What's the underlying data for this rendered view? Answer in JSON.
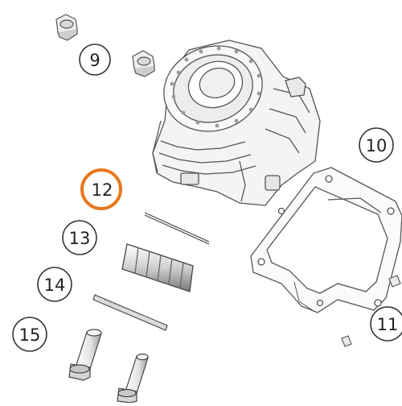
{
  "diagram": {
    "callouts": [
      {
        "id": "callout-9",
        "label": "9",
        "highlighted": false
      },
      {
        "id": "callout-10",
        "label": "10",
        "highlighted": false
      },
      {
        "id": "callout-11",
        "label": "11",
        "highlighted": false
      },
      {
        "id": "callout-12",
        "label": "12",
        "highlighted": true
      },
      {
        "id": "callout-13",
        "label": "13",
        "highlighted": false
      },
      {
        "id": "callout-14",
        "label": "14",
        "highlighted": false
      },
      {
        "id": "callout-15",
        "label": "15",
        "highlighted": false
      }
    ],
    "colors": {
      "line": "#4a4a4a",
      "light_line": "#9a9a9a",
      "fill": "#f2f2f2",
      "highlight": "#e8781e"
    }
  }
}
